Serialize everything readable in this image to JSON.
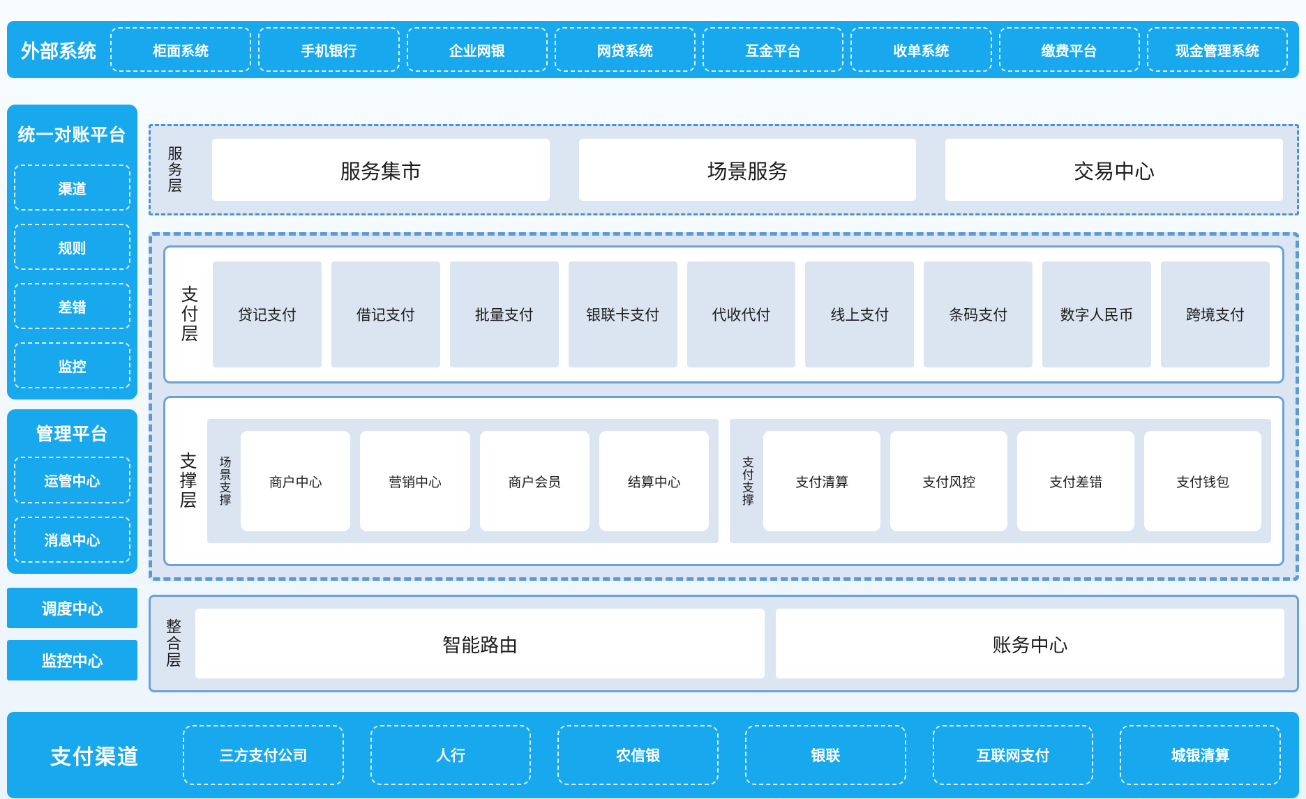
{
  "colors": {
    "brand_blue": "#18a8ee",
    "panel_bg": "#dce6f3",
    "item_bg": "#dbe5f1",
    "solid_border_blue": "#6aa2d8",
    "dashed_border_blue": "#5b9bd5",
    "page_bg": "#ecf4fb",
    "text_dark": "#1c1c1c",
    "text_white": "#ffffff"
  },
  "external_systems": {
    "title": "外部系统",
    "items": [
      "柜面系统",
      "手机银行",
      "企业网银",
      "网贷系统",
      "互金平台",
      "收单系统",
      "缴费平台",
      "现金管理系统"
    ]
  },
  "left_sidebar": {
    "reconciliation_platform": {
      "title": "统一对账平台",
      "items": [
        "渠道",
        "规则",
        "差错",
        "监控"
      ]
    },
    "management_platform": {
      "title": "管理平台",
      "items": [
        "运管中心",
        "消息中心"
      ]
    },
    "standalone_items": [
      "调度中心",
      "监控中心"
    ]
  },
  "service_layer": {
    "label": "服务层",
    "items": [
      "服务集市",
      "场景服务",
      "交易中心"
    ]
  },
  "payment_layer": {
    "label": "支付层",
    "items": [
      "贷记支付",
      "借记支付",
      "批量支付",
      "银联卡支付",
      "代收代付",
      "线上支付",
      "条码支付",
      "数字人民币",
      "跨境支付"
    ]
  },
  "support_layer": {
    "label": "支撑层",
    "groups": [
      {
        "label": "场景支撑",
        "items": [
          "商户中心",
          "营销中心",
          "商户会员",
          "结算中心"
        ]
      },
      {
        "label": "支付支撑",
        "items": [
          "支付清算",
          "支付风控",
          "支付差错",
          "支付钱包"
        ]
      }
    ]
  },
  "integration_layer": {
    "label": "整合层",
    "items": [
      "智能路由",
      "账务中心"
    ]
  },
  "payment_channels": {
    "title": "支付渠道",
    "items": [
      "三方支付公司",
      "人行",
      "农信银",
      "银联",
      "互联网支付",
      "城银清算"
    ]
  }
}
